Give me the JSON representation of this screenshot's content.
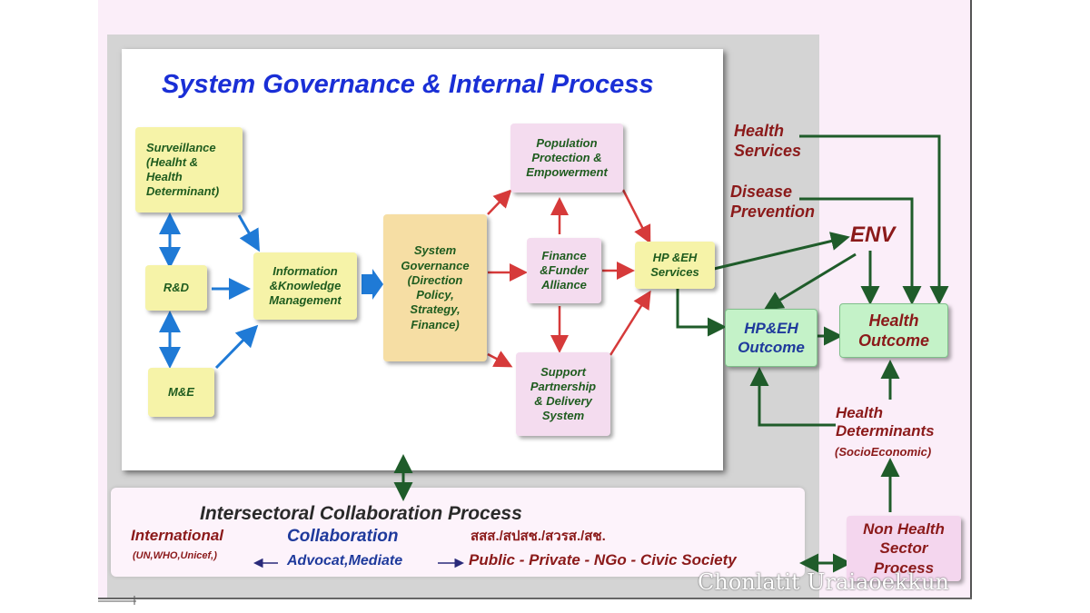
{
  "colors": {
    "panel_bg": "#fbeef9",
    "gray_bg": "#d4d4d4",
    "blue_title": "#1a2fd6",
    "dark_red": "#8b1a1a",
    "dark_blue": "#1f3a9c",
    "green_text": "#1f5c1f",
    "blue_arrow": "#1f7ad6",
    "red_arrow": "#d63a3a",
    "green_arrow": "#1f5c2a"
  },
  "title": "System Governance & Internal Process",
  "boxes": {
    "surveillance": "Surveillance\n(Healht &\nHealth\nDeterminant)",
    "rnd": "R&D",
    "mne": "M&E",
    "info": "Information\n&Knowledge\nManagement",
    "governance": "System\nGovernance\n(Direction\nPolicy,\nStrategy,\nFinance)",
    "population": "Population\nProtection &\nEmpowerment",
    "finance": "Finance\n&Funder\nAlliance",
    "support": "Support\nPartnership\n& Delivery\nSystem",
    "hp_services": "HP &EH\nServices",
    "hp_outcome": "HP&EH\nOutcome",
    "health_outcome": "Health\nOutcome",
    "non_health": "Non Health\nSector\nProcess"
  },
  "side_labels": {
    "health_services": "Health\nServices",
    "disease_prevention": "Disease\nPrevention",
    "env": "ENV",
    "health_determinants": "Health\nDeterminants",
    "socio": "(SocioEconomic)"
  },
  "intersectoral": {
    "title": "Intersectoral Collaboration  Process",
    "international": "International",
    "intl_orgs": "(UN,WHO,Unicef,)",
    "collaboration": "Collaboration",
    "advocat": "Advocat,Mediate",
    "thai": "สสส./สปสช./สวรส./สช.",
    "public": "Public - Private - NGo - Civic Society"
  },
  "watermark": "Chonlatit Uraiaoekkun"
}
